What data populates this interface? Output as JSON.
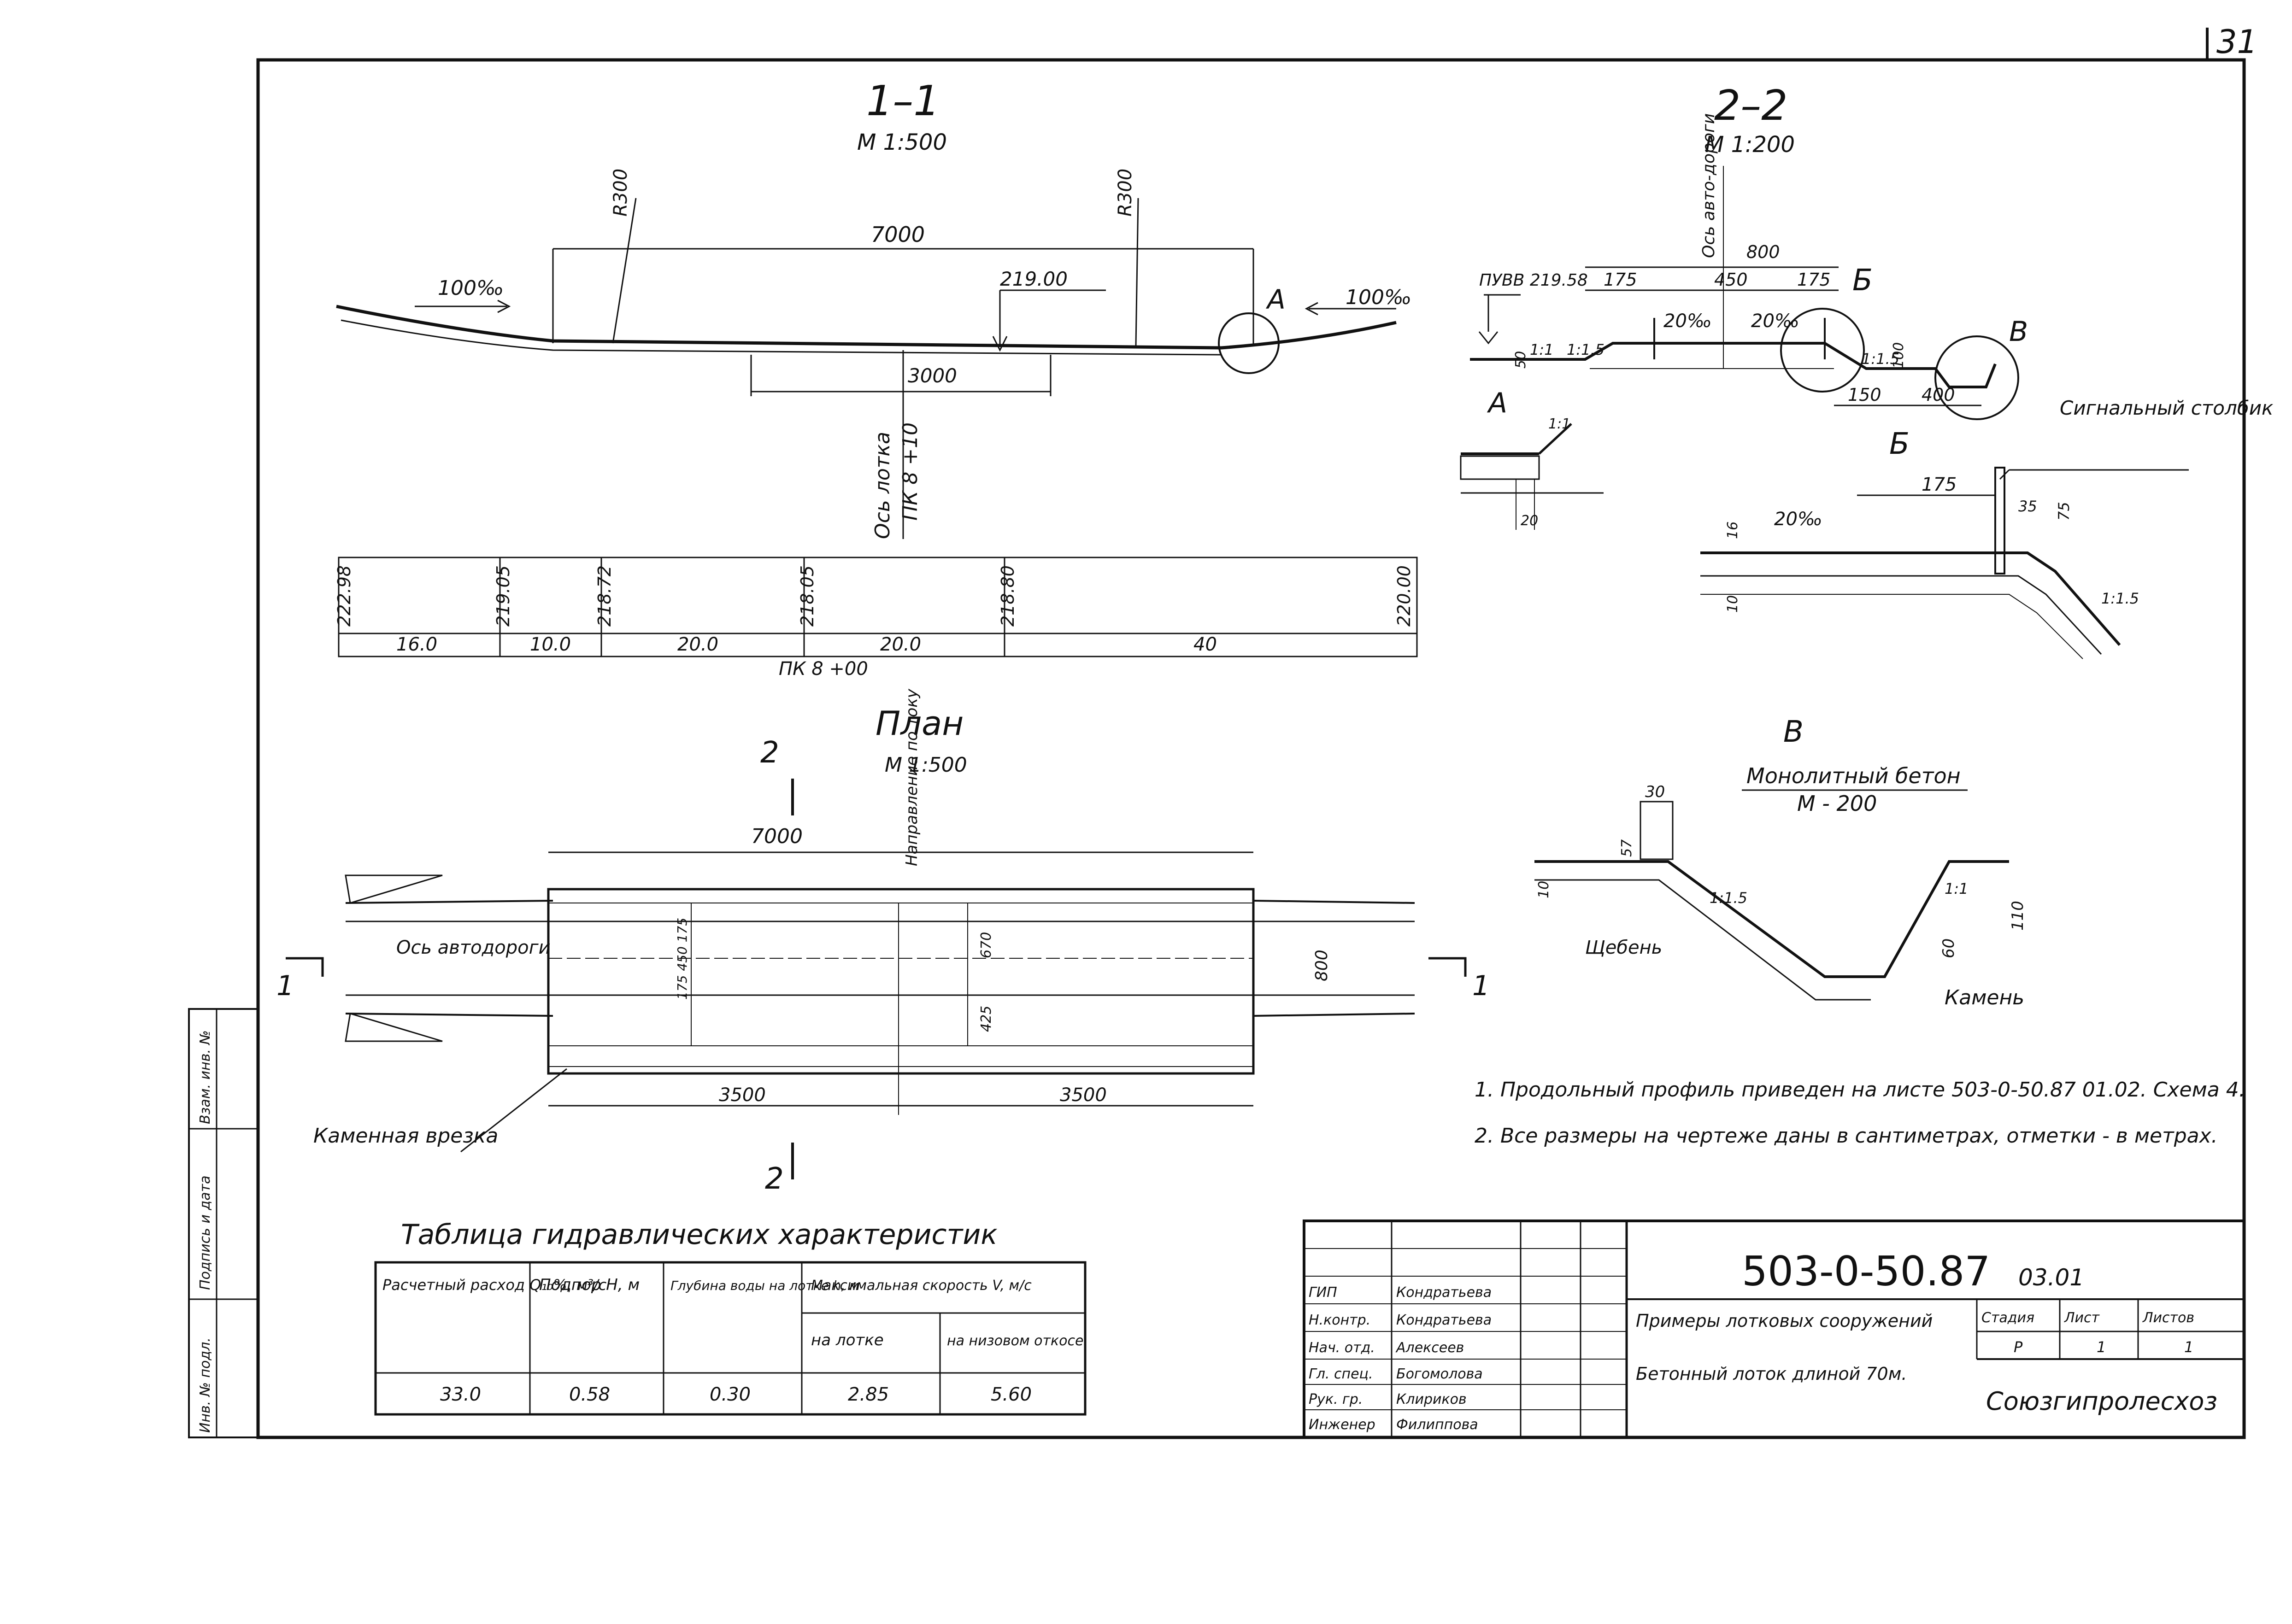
{
  "sheet": {
    "page_number": "31"
  },
  "section_1_1": {
    "title": "1–1",
    "scale": "М 1:500",
    "r_left": "R300",
    "r_right": "R300",
    "dim_top": "7000",
    "dim_bottom": "3000",
    "mark_219": "219.00",
    "slope_left": "100‰",
    "slope_right": "100‰",
    "callout_a": "А",
    "axis_label": "Ось лотка",
    "axis_pk": "ПК 8 +10",
    "elevations": [
      "222.98",
      "219.05",
      "218.72",
      "218.05",
      "218.80",
      "220.00"
    ],
    "distances": [
      "16.0",
      "10.0",
      "20.0",
      "20.0",
      "40"
    ],
    "pk_label": "ПК 8 +00"
  },
  "section_2_2": {
    "title": "2–2",
    "scale": "М 1:200",
    "axis_label": "Ось авто-дороги",
    "dim_800": "800",
    "dim_175a": "175",
    "dim_450": "450",
    "dim_175b": "175",
    "puvv": "ПУВВ 219.58",
    "slope1": "20‰",
    "slope2": "20‰",
    "s15a": "1:1.5",
    "s15b": "1:1.5",
    "s11": "1:1",
    "d50": "50",
    "d100": "100",
    "d150": "150",
    "d400": "400",
    "callout_b": "Б",
    "callout_v": "В"
  },
  "detail_a": {
    "title": "А",
    "slope": "1:1",
    "dim": "20"
  },
  "detail_b": {
    "title": "Б",
    "post_label": "Сигнальный столбик",
    "d175": "175",
    "d35": "35",
    "d75": "75",
    "d16": "16",
    "d10": "10",
    "slope": "20‰",
    "s15": "1:1.5"
  },
  "plan": {
    "title": "План",
    "scale": "М 1:500",
    "dim_top": "7000",
    "flow_label": "Направление по току",
    "road_axis": "Ось автодороги",
    "dim_left": "3500",
    "dim_right": "3500",
    "d800": "800",
    "d425": "425",
    "d670": "670",
    "d175": "175 450 175",
    "cut1a": "1",
    "cut1b": "1",
    "cut2a": "2",
    "cut2b": "2",
    "stone_label": "Каменная врезка"
  },
  "detail_v": {
    "title": "В",
    "concrete": "Монолитный бетон",
    "grade": "М - 200",
    "d30": "30",
    "d57": "57",
    "d10": "10",
    "d60": "60",
    "d110": "110",
    "s15": "1:1.5",
    "s11": "1:1",
    "gravel": "Щебень",
    "stone": "Камень"
  },
  "notes": [
    "1. Продольный профиль приведен на листе 503-0-50.87 01.02. Схема 4.",
    "2. Все размеры на чертеже даны в сантиметрах, отметки - в метрах."
  ],
  "hydraulic_table": {
    "title": "Таблица гидравлических характеристик",
    "headers": {
      "q": "Расчетный расход Q₁₀%, м³/с",
      "h": "Подпор H, м",
      "depth": "Глубина воды на лотке h, м",
      "vmax": "Максимальная скорость V, м/с",
      "v_tray": "на лотке",
      "v_outlet": "на низовом откосе"
    },
    "row": [
      "33.0",
      "0.58",
      "0.30",
      "2.85",
      "5.60"
    ]
  },
  "side_stamp": [
    "Инв. № подл.",
    "Подпись и дата",
    "Взам. инв. №"
  ],
  "title_block": {
    "code": "503-0-50.87",
    "code_suffix": "03.01",
    "project": "Примеры лотковых сооружений",
    "sheet_title": "Бетонный лоток длиной 70м.",
    "org": "Союзгипролесхоз",
    "hdr_stage": "Стадия",
    "hdr_sheet": "Лист",
    "hdr_sheets": "Листов",
    "stage": "Р",
    "sheet": "1",
    "sheets": "1",
    "roles": [
      {
        "role": "ГИП",
        "name": "Кондратьева"
      },
      {
        "role": "Н.контр.",
        "name": "Кондратьева"
      },
      {
        "role": "Нач. отд.",
        "name": "Алексеев"
      },
      {
        "role": "Гл. спец.",
        "name": "Богомолова"
      },
      {
        "role": "Рук. гр.",
        "name": "Клириков"
      },
      {
        "role": "Инженер",
        "name": "Филиппова"
      }
    ]
  }
}
